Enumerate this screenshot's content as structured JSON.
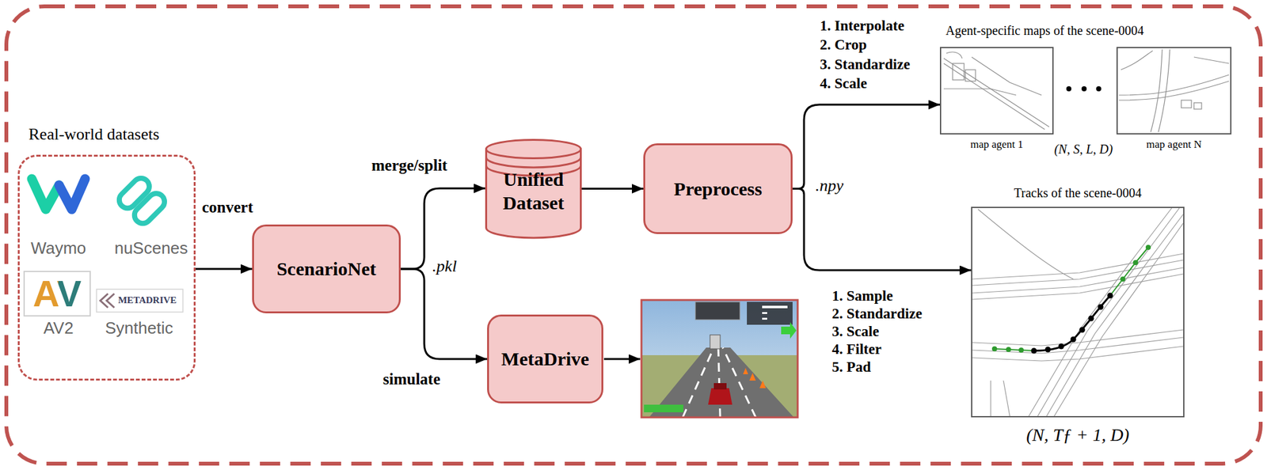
{
  "diagram": {
    "nodes": [
      {
        "text": [
          "Real-world datasets"
        ]
      },
      {
        "text": [
          "ScenarioNet"
        ]
      },
      {
        "text": [
          "Unified Dataset"
        ]
      },
      {
        "text": [
          "Preprocess"
        ]
      },
      {
        "text": [
          "MetaDrive"
        ]
      },
      {
        "text": [
          "map agent 1"
        ]
      },
      {
        "text": [
          "map agent N"
        ]
      },
      {
        "text": [
          "Tracks of the scene-0004"
        ]
      }
    ],
    "edges": [
      {
        "from": 0,
        "to": 1,
        "label": "convert",
        "arrow": "to"
      },
      {
        "from": 1,
        "to": 2,
        "label": "merge/split",
        "arrow": "to"
      },
      {
        "from": 1,
        "to": 4,
        "label": "simulate",
        "arrow": "to"
      },
      {
        "from": 2,
        "to": 3,
        "arrow": "to"
      },
      {
        "from": 3,
        "to": 5,
        "arrow": "to"
      },
      {
        "from": 3,
        "to": 7,
        "arrow": "to"
      }
    ],
    "labels": [
      "Waymo",
      "nuScenes",
      "AV",
      "AV2",
      "METADRIVE",
      "Synthetic",
      ".pkl",
      ".npy",
      "1. Interpolate",
      "2. Crop",
      "3. Standardize",
      "4. Scale",
      "Agent-specific maps of the scene-0004",
      "(N, S, L, D)",
      "1. Sample",
      "2. Standardize",
      "3. Scale",
      "4. Filter",
      "5. Pad",
      "(N, Tƒ + 1, D)"
    ]
  }
}
